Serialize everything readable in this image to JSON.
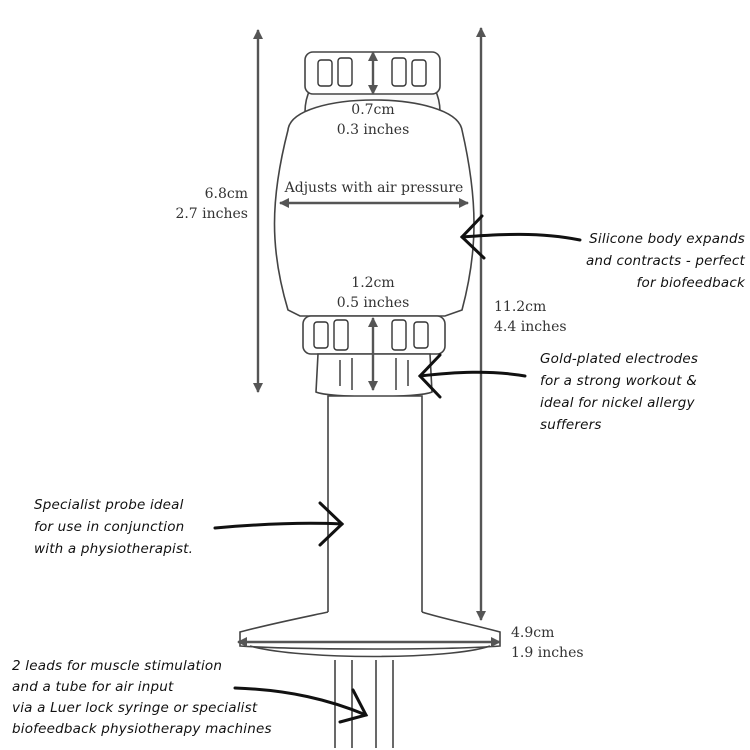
{
  "dimensions": {
    "top_band": {
      "cm": "0.7cm",
      "inches": "0.3 inches"
    },
    "bulb_length": {
      "cm": "6.8cm",
      "inches": "2.7 inches"
    },
    "width_label": "Adjusts with air pressure",
    "lower_band": {
      "cm": "1.2cm",
      "inches": "0.5 inches"
    },
    "total_length": {
      "cm": "11.2cm",
      "inches": "4.4 inches"
    },
    "base_width": {
      "cm": "4.9cm",
      "inches": "1.9 inches"
    }
  },
  "annotations": {
    "silicone": [
      "Silicone body expands",
      "and contracts - perfect",
      "for biofeedback"
    ],
    "electrodes": [
      "Gold-plated electrodes",
      "for a strong workout &",
      "ideal for nickel allergy",
      "sufferers"
    ],
    "probe": [
      "Specialist probe ideal",
      "for use in conjunction",
      "with a physiotherapist."
    ],
    "leads": [
      "2 leads for muscle stimulation",
      "and a tube for air input",
      "via a Luer lock syringe or specialist",
      "biofeedback physiotherapy machines"
    ]
  }
}
